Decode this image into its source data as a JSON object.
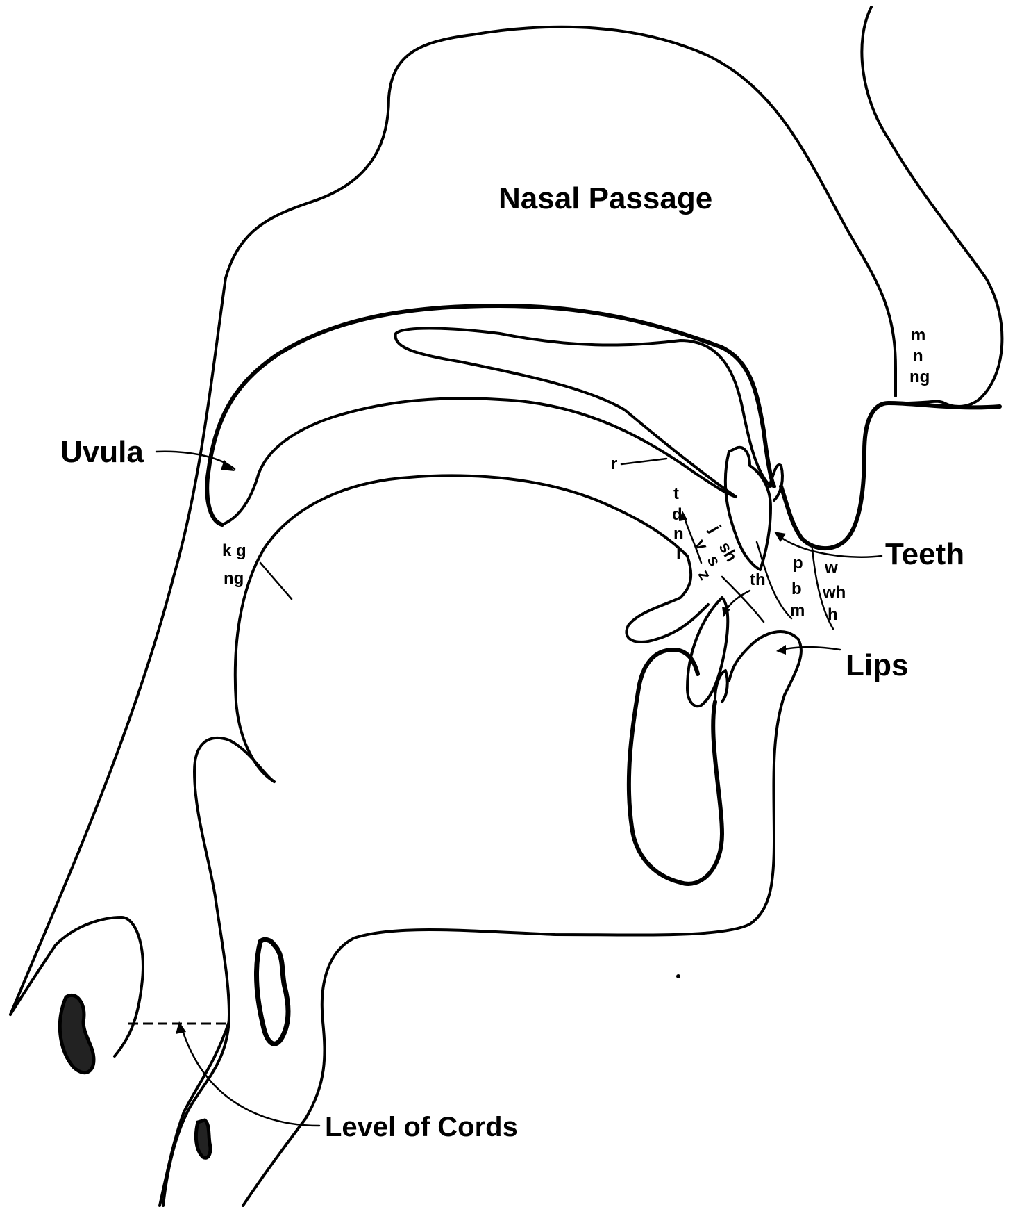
{
  "labels": {
    "nasal_passage": "Nasal Passage",
    "uvula": "Uvula",
    "teeth": "Teeth",
    "lips": "Lips",
    "level_of_cords": "Level of Cords"
  },
  "sound_labels": {
    "nasal_m": "m",
    "nasal_n": "n",
    "nasal_ng": "ng",
    "velar_kg": "k g",
    "velar_ng": "ng",
    "r": "r",
    "t": "t",
    "d": "d",
    "n": "n",
    "l": "l",
    "j": "j",
    "v": "v",
    "s": "s",
    "z": "z",
    "sh": "sh",
    "th": "th",
    "p": "p",
    "b": "b",
    "m": "m",
    "w": "w",
    "wh": "wh",
    "h": "h"
  }
}
